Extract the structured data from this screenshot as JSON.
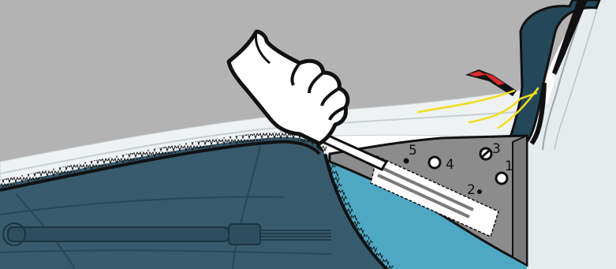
{
  "hole_labels": {
    "h1": "1",
    "h2": "2",
    "h3": "3",
    "h4": "4",
    "h5": "5"
  },
  "colors": {
    "ceiling": "#b3b3b3",
    "pillar_trim": "#e6ecee",
    "dark_panel": "#375a6c",
    "blue_panel": "#4ea8c4",
    "bracket": "#8c8c8c",
    "strap": "#24475a",
    "outline": "#111111",
    "wire_yellow": "#f0de1e",
    "wire_red": "#d92b2b"
  },
  "icons": [
    "hand-icon",
    "strap-icon",
    "yellow-wires-icon",
    "bracket-icon",
    "cable-label-icon",
    "screwdriver-icon"
  ]
}
